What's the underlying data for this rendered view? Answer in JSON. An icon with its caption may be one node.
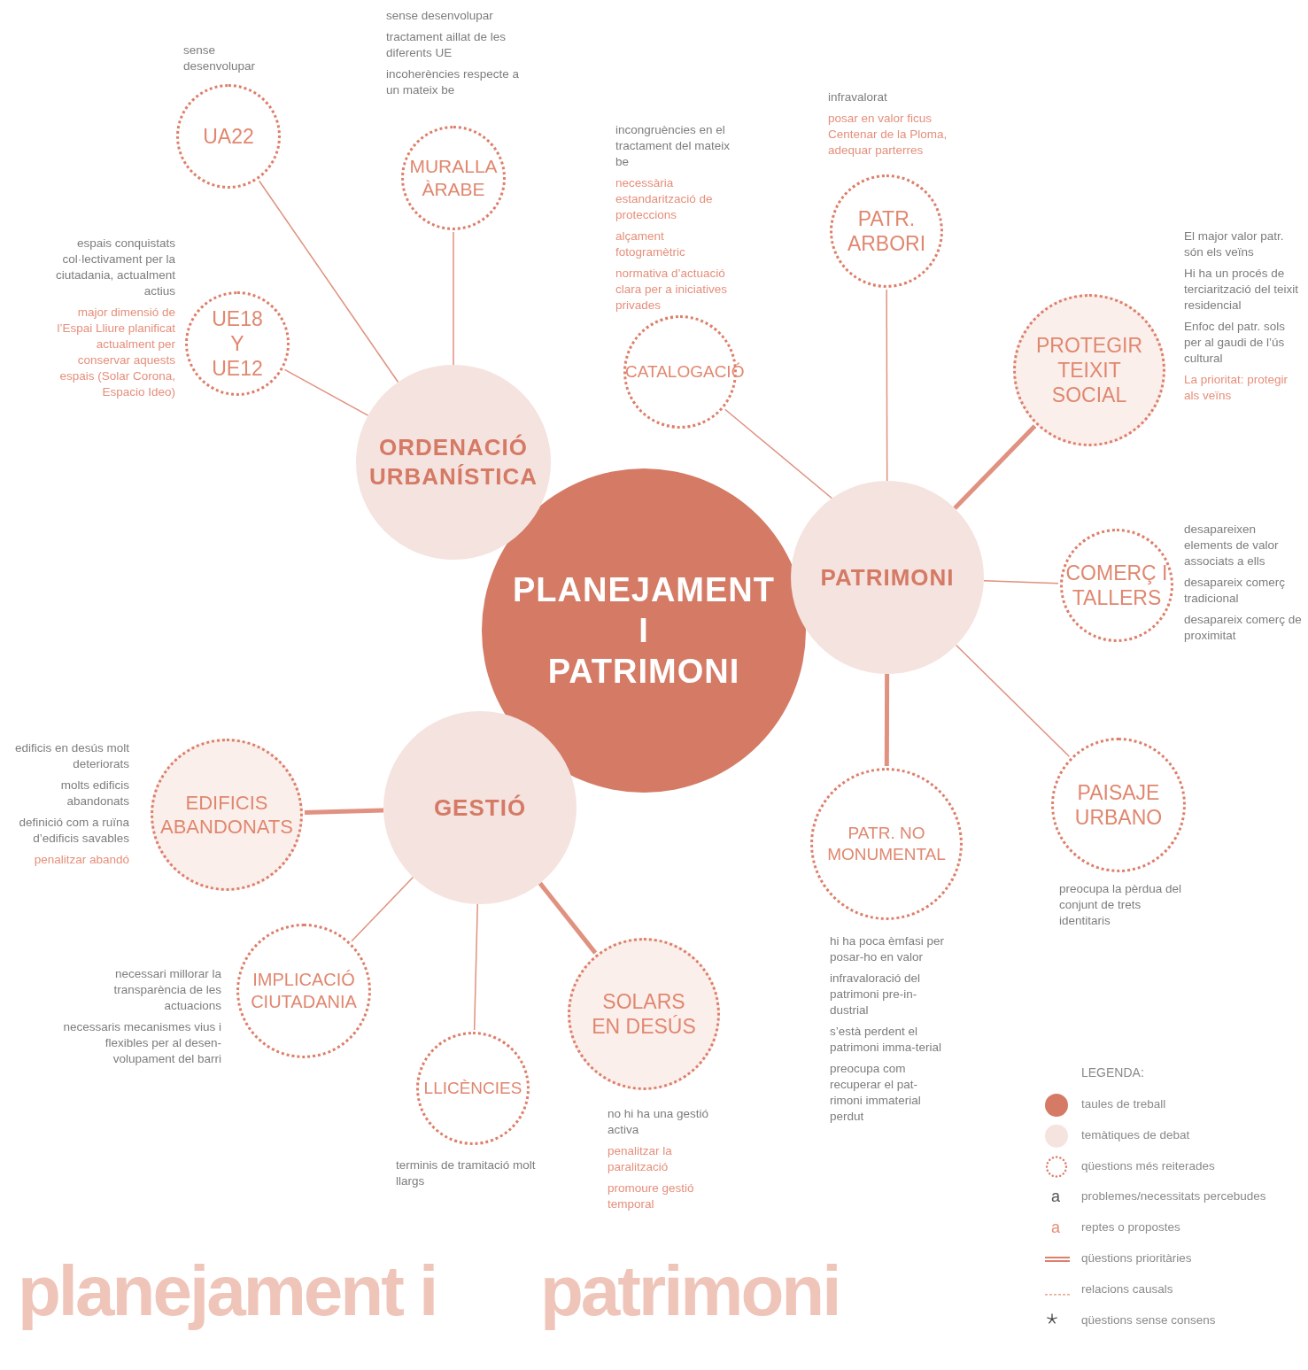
{
  "diagram": {
    "nodes": [
      {
        "text": [
          "PLANEJAMENT I PATRIMONI"
        ]
      },
      {
        "text": [
          "ORDENACIÓ URBANÍSTICA"
        ]
      },
      {
        "text": [
          "PATRIMONI"
        ]
      },
      {
        "text": [
          "GESTIÓ"
        ]
      },
      {
        "text": [
          "UA22"
        ],
        "beside": [
          "sense desenvolupar"
        ]
      },
      {
        "text": [
          "UE18 Y UE12"
        ],
        "beside": [
          "espais conquistats col·lectivament per la ciutadania, actualment actius",
          "major dimensió de l’Espai Lliure planificat actualment per conservar aquests espais (Solar Corona, Espacio Ideo)"
        ]
      },
      {
        "text": [
          "MURALLA ÀRABE"
        ],
        "beside": [
          "sense desenvolupar",
          "tractament aillat de les diferents UE",
          "incoherències respecte a un mateix be"
        ]
      },
      {
        "text": [
          "CATALOGACIÓ"
        ],
        "beside": [
          "incongruències en el tractament del mateix be",
          "necessària estandarització de proteccions",
          "alçament fotogramètric",
          "normativa d’actuació clara per a iniciatives privades"
        ]
      },
      {
        "text": [
          "PATR. ARBORI"
        ],
        "beside": [
          "infravalorat",
          "posar en valor ficus Centenar de la Ploma, adequar parterres"
        ]
      },
      {
        "text": [
          "PROTEGIR TEIXIT SOCIAL"
        ],
        "beside": [
          "El major valor patr. són els veïns",
          "Hi ha un procés de terciarització del teixit residencial",
          "Enfoc del patr. sols per al gaudi de l’ús cultural",
          "La prioritat: protegir als veïns"
        ]
      },
      {
        "text": [
          "COMERÇ I TALLERS"
        ],
        "beside": [
          "desapareixen elements de valor associats a ells",
          "desapareix comerç tradicional",
          "desapareix comerç de proximitat"
        ]
      },
      {
        "text": [
          "PAISAJE URBANO"
        ],
        "beside": [
          "preocupa la pèrdua del conjunt de trets identitaris"
        ]
      },
      {
        "text": [
          "PATR. NO MONUMENTAL"
        ],
        "beside": [
          "hi ha poca èmfasi per posar-ho en valor",
          "infravaloració del patrimoni pre-in-dustrial",
          "s’està perdent el patrimoni imma-terial",
          "preocupa com recuperar el pat-rimoni immaterial perdut"
        ]
      },
      {
        "text": [
          "EDIFICIS ABANDONATS"
        ],
        "beside": [
          "edificis en desús molt deteriorats",
          "molts edificis abandonats",
          "definició com a ruïna d’edificis savables",
          "penalitzar abandó"
        ]
      },
      {
        "text": [
          "IMPLICACIÓ CIUTADANIA"
        ],
        "beside": [
          "necessari millorar la transparència de les actuacions",
          "necessaris mecanismes vius i flexibles per al desen-volupament del barri"
        ]
      },
      {
        "text": [
          "LLICÈNCIES"
        ],
        "beside": [
          "terminis de tramitació molt llargs"
        ]
      },
      {
        "text": [
          "SOLARS EN DESÚS"
        ],
        "beside": [
          "no hi ha una gestió activa",
          "penalitzar la paralització",
          "promoure gestió temporal"
        ]
      }
    ],
    "edges": [
      {
        "from": 1,
        "to": 4,
        "arrow": "none"
      },
      {
        "from": 1,
        "to": 6,
        "arrow": "none"
      },
      {
        "from": 1,
        "to": 5,
        "arrow": "none"
      },
      {
        "from": 2,
        "to": 7,
        "arrow": "none"
      },
      {
        "from": 2,
        "to": 8,
        "arrow": "none"
      },
      {
        "from": 2,
        "to": 9,
        "arrow": "none",
        "style": "thick"
      },
      {
        "from": 2,
        "to": 10,
        "arrow": "none"
      },
      {
        "from": 2,
        "to": 11,
        "arrow": "none"
      },
      {
        "from": 2,
        "to": 12,
        "arrow": "none",
        "style": "thick"
      },
      {
        "from": 3,
        "to": 13,
        "arrow": "none",
        "style": "thick"
      },
      {
        "from": 3,
        "to": 14,
        "arrow": "none"
      },
      {
        "from": 3,
        "to": 15,
        "arrow": "none"
      },
      {
        "from": 3,
        "to": 16,
        "arrow": "none",
        "style": "thick"
      }
    ],
    "labels": [
      "planejament i",
      "patrimoni",
      "LEGENDA:",
      "a",
      "a"
    ],
    "legend": [
      {
        "text": "taules de treball",
        "color": "#d47a65"
      },
      {
        "text": "temàtiques de debat",
        "color": "#f5e3df"
      },
      {
        "text": "qüestions més reiterades"
      },
      {
        "text": "problemes/necessitats percebudes"
      },
      {
        "text": "reptes o propostes"
      },
      {
        "text": "qüestions prioritàries"
      },
      {
        "text": "relacions causals"
      },
      {
        "text": "qüestions sense consens"
      }
    ]
  }
}
